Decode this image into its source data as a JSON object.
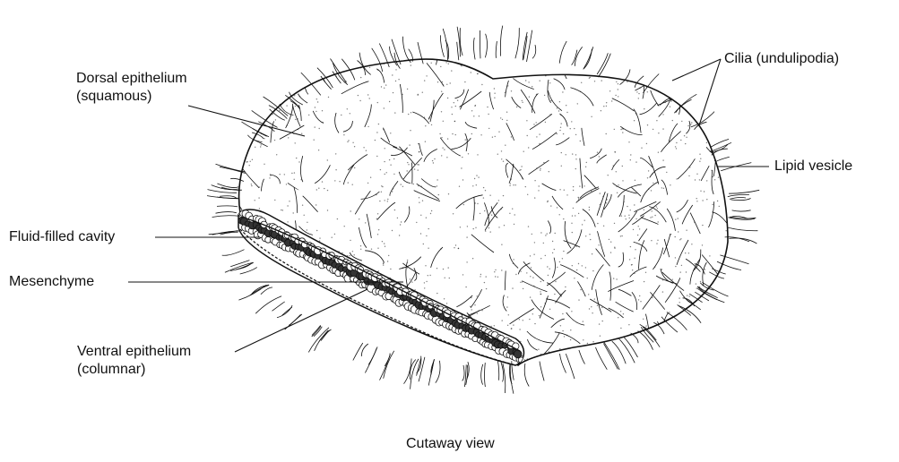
{
  "labels": {
    "dorsal_line1": "Dorsal epithelium",
    "dorsal_line2": "(squamous)",
    "cilia": "Cilia (undulipodia)",
    "lipid": "Lipid vesicle",
    "fluid": "Fluid-filled cavity",
    "mesenchyme": "Mesenchyme",
    "ventral_line1": "Ventral epithelium",
    "ventral_line2": "(columnar)",
    "caption": "Cutaway view"
  },
  "colors": {
    "ink": "#111111",
    "background": "#ffffff"
  }
}
